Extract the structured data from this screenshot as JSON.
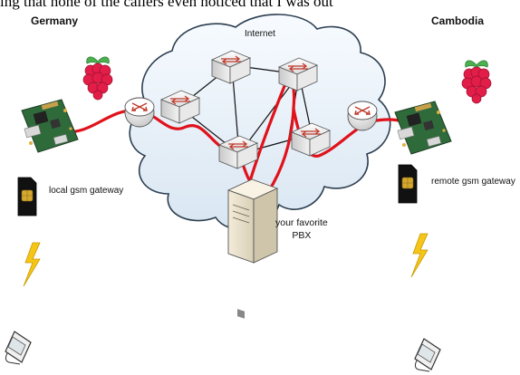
{
  "top_text": "ing that none of the callers even noticed that I was out",
  "cloud_label": "Internet",
  "left_country": "Germany",
  "right_country": "Cambodia",
  "left_gateway_label": "local gsm gateway",
  "right_gateway_label": "remote gsm gateway",
  "pbx_label": "your favorite\nPBX",
  "colors": {
    "cloud_fill": "#e8f0f7",
    "cloud_stroke": "#2c3e50",
    "link": "#111111",
    "call_path": "#e0121b",
    "raspberry": "#e11d48",
    "leaf": "#4caf50",
    "lightning": "#f5c518",
    "board": "#2f6b3a"
  },
  "icons": [
    "router-icon",
    "switch-icon",
    "server-icon",
    "raspberry-pi-logo-icon",
    "circuit-board-icon",
    "sim-card-icon",
    "lightning-icon",
    "mobile-phone-icon"
  ]
}
